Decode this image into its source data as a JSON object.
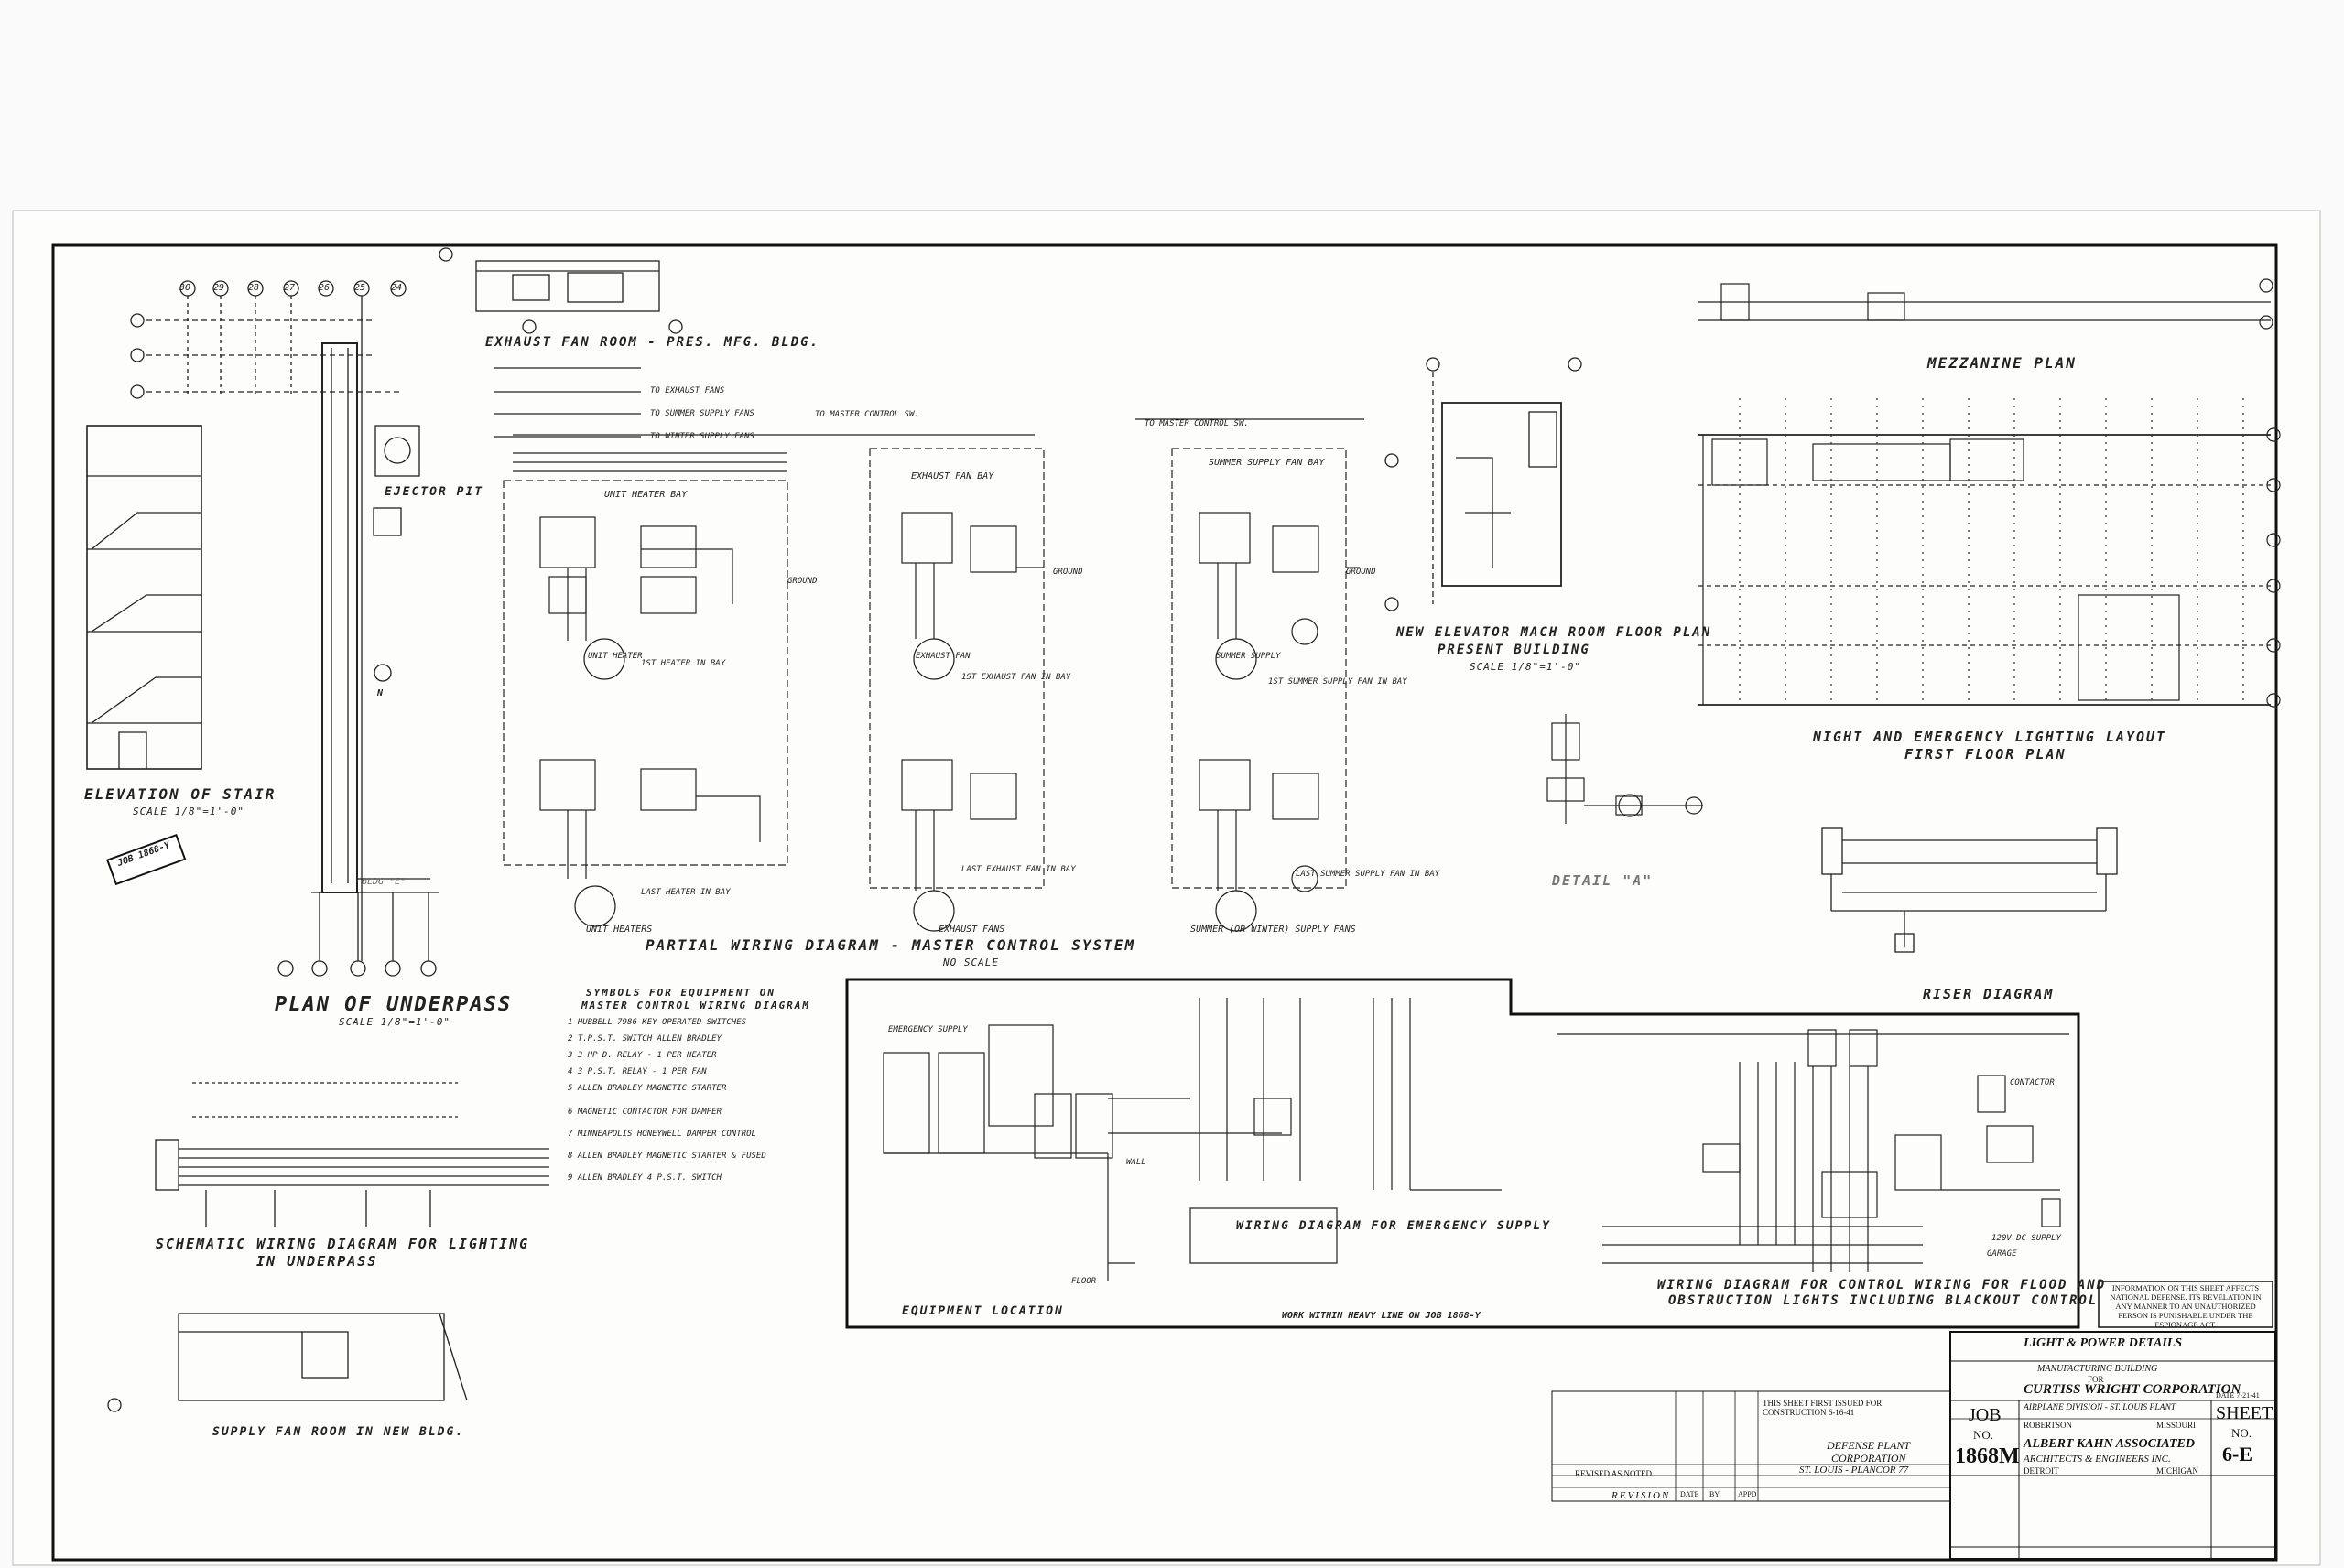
{
  "drawing": {
    "titles": {
      "exhaust_fan_room": "EXHAUST FAN ROOM - PRES. MFG. BLDG.",
      "ejector_pit": "EJECTOR PIT",
      "elevation_of_stair": "ELEVATION OF STAIR",
      "elevation_of_stair_scale": "SCALE 1/8\"=1'-0\"",
      "plan_of_underpass": "PLAN OF UNDERPASS",
      "plan_of_underpass_scale": "SCALE 1/8\"=1'-0\"",
      "partial_wiring": "PARTIAL WIRING DIAGRAM - MASTER CONTROL SYSTEM",
      "no_scale": "NO SCALE",
      "unit_heaters": "UNIT HEATERS",
      "exhaust_fans": "EXHAUST FANS",
      "summer_supply_fans": "SUMMER (OR WINTER) SUPPLY FANS",
      "new_elevator_line1": "NEW ELEVATOR MACH ROOM FLOOR PLAN",
      "new_elevator_line2": "PRESENT BUILDING",
      "new_elevator_scale": "SCALE 1/8\"=1'-0\"",
      "mezzanine_plan": "MEZZANINE PLAN",
      "night_emergency_line1": "NIGHT AND EMERGENCY LIGHTING LAYOUT",
      "night_emergency_line2": "FIRST FLOOR PLAN",
      "detail_a": "DETAIL \"A\"",
      "riser_diagram": "RISER DIAGRAM",
      "symbols_line1": "SYMBOLS FOR EQUIPMENT ON",
      "symbols_line2": "MASTER CONTROL WIRING DIAGRAM",
      "schematic_line1": "SCHEMATIC WIRING DIAGRAM FOR LIGHTING",
      "schematic_line2": "IN UNDERPASS",
      "supply_fan_room": "SUPPLY FAN ROOM IN NEW BLDG.",
      "wiring_emergency": "WIRING DIAGRAM FOR EMERGENCY SUPPLY",
      "equipment_location": "EQUIPMENT LOCATION",
      "work_within": "WORK WITHIN HEAVY LINE ON JOB 1868-Y",
      "flood_line1": "WIRING DIAGRAM FOR CONTROL WIRING FOR FLOOD AND",
      "flood_line2": "OBSTRUCTION LIGHTS INCLUDING BLACKOUT CONTROL",
      "job_stamp": "JOB 1868-Y"
    },
    "labels": {
      "unit_heater_bay": "UNIT HEATER BAY",
      "exhaust_fan_bay": "EXHAUST FAN BAY",
      "summer_supply_fan_bay": "SUMMER SUPPLY FAN BAY",
      "ground": "GROUND",
      "to_exhaust_fans": "TO EXHAUST FANS",
      "to_summer_supply_fans": "TO SUMMER SUPPLY FANS",
      "to_winter_supply_fans": "TO WINTER SUPPLY FANS",
      "to_master_control_sw": "TO MASTER CONTROL SW.",
      "first_heater": "1ST HEATER IN BAY",
      "last_heater": "LAST HEATER IN BAY",
      "first_exhaust": "1ST EXHAUST FAN IN BAY",
      "last_exhaust": "LAST EXHAUST FAN IN BAY",
      "first_summer": "1ST SUMMER SUPPLY FAN IN BAY",
      "last_summer": "LAST SUMMER SUPPLY FAN IN BAY",
      "bldg": "BLDG \"E\"",
      "equipment_room": "EMERGENCY SUPPLY",
      "wall": "WALL",
      "floor": "FLOOR",
      "garage": "GARAGE",
      "contactor": "CONTACTOR",
      "supply_120": "120V DC SUPPLY"
    },
    "symbols_list": [
      "1 HUBBELL 7986 KEY OPERATED SWITCHES",
      "2 T.P.S.T. SWITCH ALLEN BRADLEY",
      "3 3 HP D. RELAY - 1 PER HEATER",
      "4 3 P.S.T. RELAY - 1 PER FAN",
      "5 ALLEN BRADLEY MAGNETIC STARTER",
      "6 MAGNETIC CONTACTOR FOR DAMPER",
      "7 MINNEAPOLIS HONEYWELL DAMPER CONTROL",
      "8 ALLEN BRADLEY MAGNETIC STARTER & FUSED",
      "9 ALLEN BRADLEY 4 P.S.T. SWITCH"
    ],
    "grid_tags": [
      "30",
      "29",
      "28",
      "27",
      "26",
      "25",
      "24"
    ],
    "motor_tags": [
      "UNIT HEATER",
      "EXHAUST FAN",
      "SUMMER SUPPLY"
    ],
    "notice": "INFORMATION ON THIS SHEET AFFECTS NATIONAL DEFENSE. ITS REVELATION IN ANY MANNER TO AN UNAUTHORIZED PERSON IS PUNISHABLE UNDER THE ESPIONAGE ACT.",
    "north": "N"
  },
  "title_block": {
    "sheet_title": "LIGHT & POWER DETAILS",
    "building": "MANUFACTURING BUILDING",
    "for": "FOR",
    "company": "CURTISS WRIGHT CORPORATION",
    "division": "AIRPLANE DIVISION - ST. LOUIS PLANT",
    "city": "ROBERTSON",
    "state": "MISSOURI",
    "architect_line1": "ALBERT KAHN ASSOCIATED",
    "architect_line2": "ARCHITECTS & ENGINEERS INC.",
    "architect_city": "DETROIT",
    "architect_state": "MICHIGAN",
    "job_label": "JOB",
    "job_no_label": "NO.",
    "job_no": "1868M",
    "sheet_label": "SHEET",
    "sheet_no_label": "NO.",
    "sheet_no": "6-E",
    "defense_line1": "DEFENSE PLANT",
    "defense_line2": "CORPORATION",
    "defense_line3": "ST. LOUIS - PLANCOR 77",
    "first_issued": "THIS SHEET FIRST ISSUED FOR CONSTRUCTION 6-16-41",
    "revision_label": "REVISION",
    "revised_note": "REVISED AS NOTED",
    "revision_date_label": "DATE",
    "revision_by_label": "BY",
    "appd_label": "APPD",
    "date": "DATE 7-21-41"
  }
}
